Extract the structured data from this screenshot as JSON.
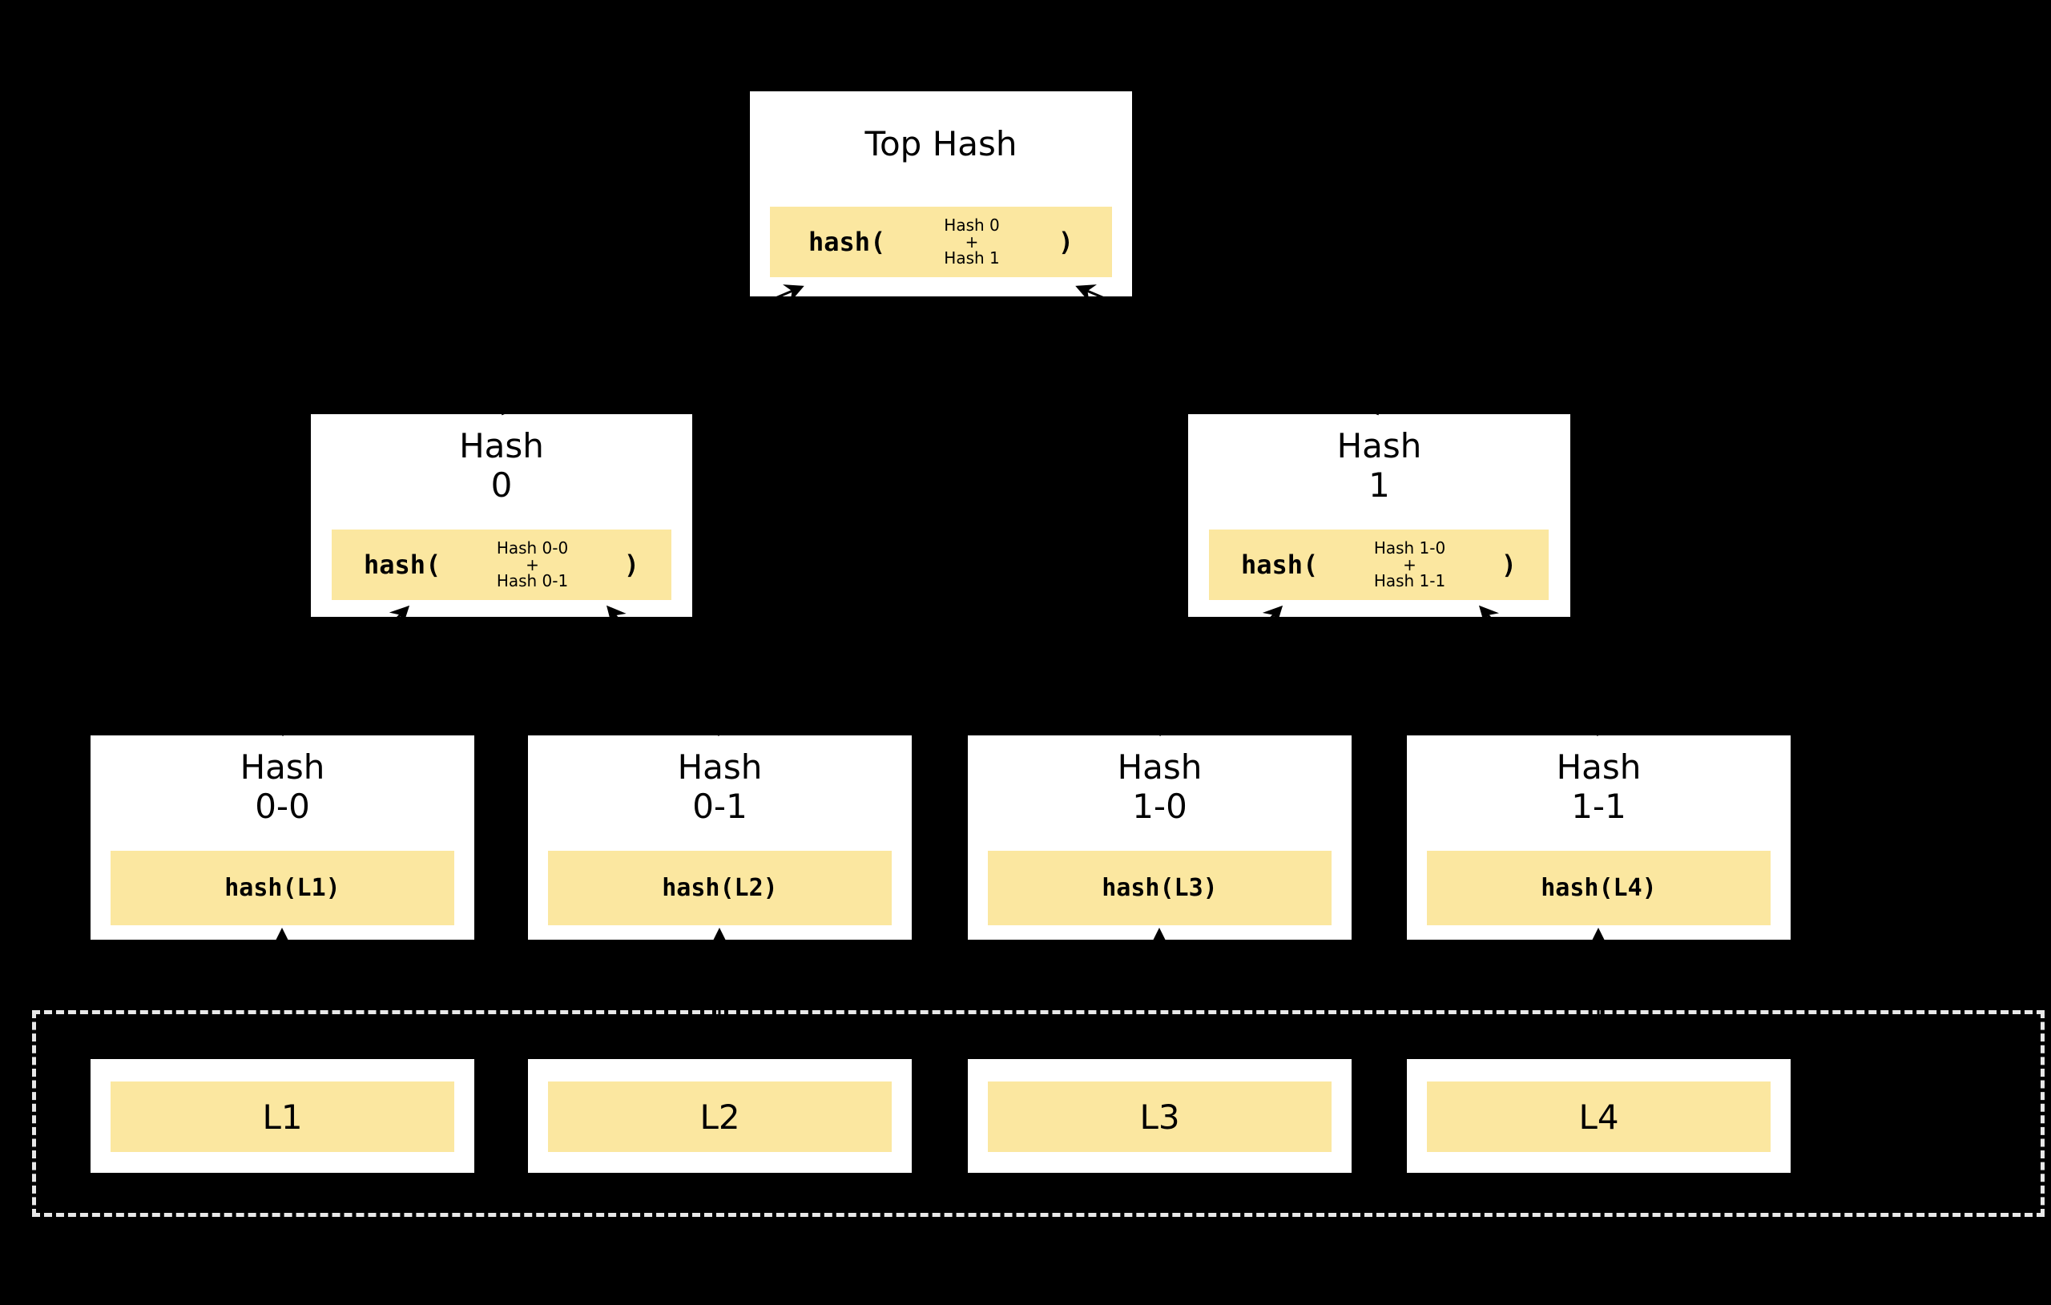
{
  "colors": {
    "background": "#000000",
    "node_fill": "#ffffff",
    "highlight": "#FBE7A0",
    "dashed_border": "#e8e8e8",
    "text": "#000000",
    "arrow": "#000000"
  },
  "nodes": {
    "top": {
      "title": "Top Hash",
      "fn_open": "hash(",
      "arg_top": "Hash 0",
      "arg_op": "+",
      "arg_bottom": "Hash 1",
      "fn_close": ")"
    },
    "hash0": {
      "title_line1": "Hash",
      "title_line2": "0",
      "fn_open": "hash(",
      "arg_top": "Hash 0-0",
      "arg_op": "+",
      "arg_bottom": "Hash 0-1",
      "fn_close": ")"
    },
    "hash1": {
      "title_line1": "Hash",
      "title_line2": "1",
      "fn_open": "hash(",
      "arg_top": "Hash 1-0",
      "arg_op": "+",
      "arg_bottom": "Hash 1-1",
      "fn_close": ")"
    },
    "leaves": [
      {
        "title_line1": "Hash",
        "title_line2": "0-0",
        "content": "hash(L1)"
      },
      {
        "title_line1": "Hash",
        "title_line2": "0-1",
        "content": "hash(L2)"
      },
      {
        "title_line1": "Hash",
        "title_line2": "1-0",
        "content": "hash(L3)"
      },
      {
        "title_line1": "Hash",
        "title_line2": "1-1",
        "content": "hash(L4)"
      }
    ],
    "data_blocks": [
      "L1",
      "L2",
      "L3",
      "L4"
    ]
  }
}
